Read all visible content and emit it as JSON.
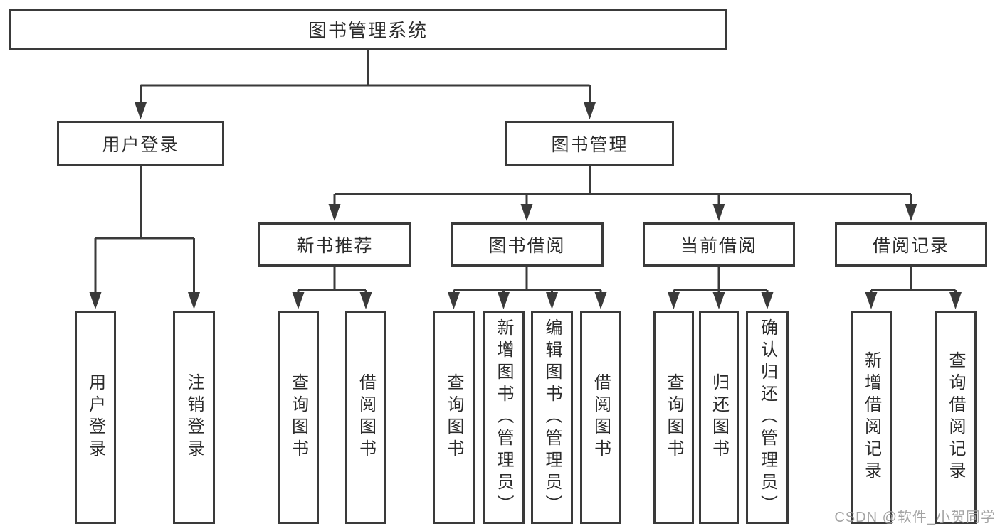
{
  "tree": {
    "label": "图书管理系统",
    "children": [
      {
        "label": "用户登录",
        "children": [
          {
            "label": "用户登录"
          },
          {
            "label": "注销登录"
          }
        ]
      },
      {
        "label": "图书管理",
        "children": [
          {
            "label": "新书推荐",
            "children": [
              {
                "label": "查询图书"
              },
              {
                "label": "借阅图书"
              }
            ]
          },
          {
            "label": "图书借阅",
            "children": [
              {
                "label": "查询图书"
              },
              {
                "label": "新增图书（管理员）"
              },
              {
                "label": "编辑图书（管理员）"
              },
              {
                "label": "借阅图书"
              }
            ]
          },
          {
            "label": "当前借阅",
            "children": [
              {
                "label": "查询图书"
              },
              {
                "label": "归还图书"
              },
              {
                "label": "确认归还（管理员）"
              }
            ]
          },
          {
            "label": "借阅记录",
            "children": [
              {
                "label": "新增借阅记录"
              },
              {
                "label": "查询借阅记录"
              }
            ]
          }
        ]
      }
    ]
  },
  "watermark": "CSDN @软件_小贺同学",
  "colors": {
    "line": "#3a3a3a",
    "text": "#2b2b2b",
    "background": "#ffffff",
    "watermark": "#9c9c9c"
  }
}
